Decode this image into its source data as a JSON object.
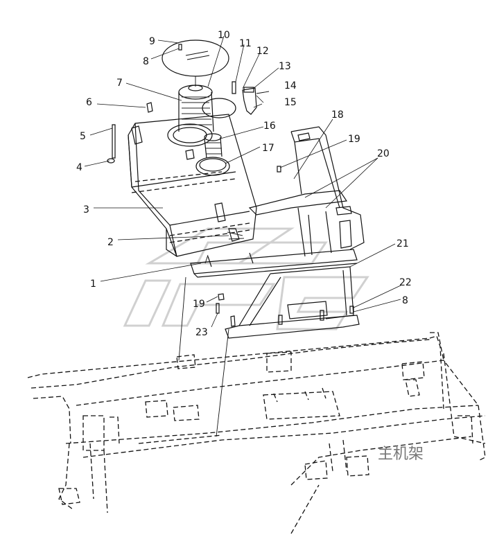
{
  "callouts": [
    "1",
    "2",
    "3",
    "4",
    "5",
    "6",
    "7",
    "8",
    "9",
    "10",
    "11",
    "12",
    "13",
    "14",
    "15",
    "16",
    "17",
    "18",
    "19",
    "20",
    "21",
    "22",
    "8",
    "19",
    "23"
  ],
  "frame_label": "主机架",
  "colors": {
    "line": "#111111",
    "watermark": "#d0d0d0",
    "frame_label": "#777777"
  }
}
